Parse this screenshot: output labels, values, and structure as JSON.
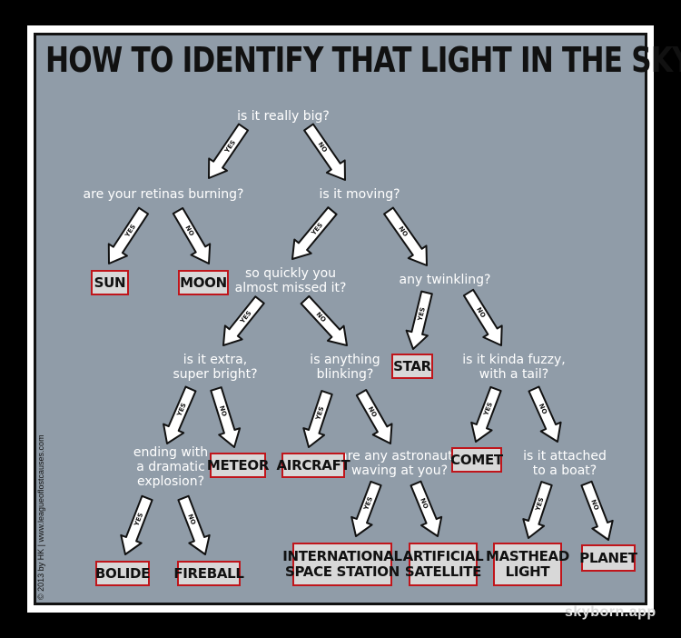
{
  "title": "HOW TO IDENTIFY THAT LIGHT IN THE SKY",
  "labels": {
    "yes": "YES",
    "no": "NO"
  },
  "questions": {
    "big": "is it really big?",
    "retinas": "are your retinas burning?",
    "moving": "is it moving?",
    "quickly": "so quickly you\nalmost missed it?",
    "twinkling": "any twinkling?",
    "extra": "is it extra,\nsuper bright?",
    "blinking": "is anything\nblinking?",
    "fuzzy": "is it kinda fuzzy,\nwith a tail?",
    "explosion": "ending with\na dramatic\nexplosion?",
    "astronauts": "are any astronauts\nwaving at you?",
    "boat": "is it attached\nto a boat?"
  },
  "answers": {
    "sun": "SUN",
    "moon": "MOON",
    "star": "STAR",
    "meteor": "METEOR",
    "aircraft": "AIRCRAFT",
    "comet": "COMET",
    "bolide": "BOLIDE",
    "fireball": "FIREBALL",
    "iss": "INTERNATIONAL\nSPACE STATION",
    "satellite": "ARTIFICIAL\nSATELLITE",
    "masthead": "MASTHEAD\nLIGHT",
    "planet": "PLANET"
  },
  "credit": "© 2013 by HK  |  www.leagueoflostcauses.com",
  "watermark": "skyborn.app",
  "colors": {
    "background": "#909ca8",
    "answer_border": "#c0151b",
    "answer_fill": "#d8d8d8",
    "question_text": "#ffffff"
  }
}
